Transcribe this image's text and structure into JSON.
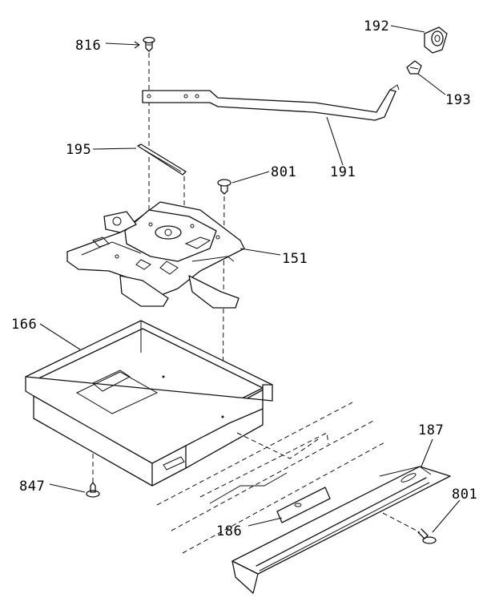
{
  "labels": {
    "p816": "816",
    "p192": "192",
    "p193": "193",
    "p191": "191",
    "p195": "195",
    "p801a": "801",
    "p151": "151",
    "p166": "166",
    "p187": "187",
    "p801b": "801",
    "p847": "847",
    "p186": "186"
  }
}
